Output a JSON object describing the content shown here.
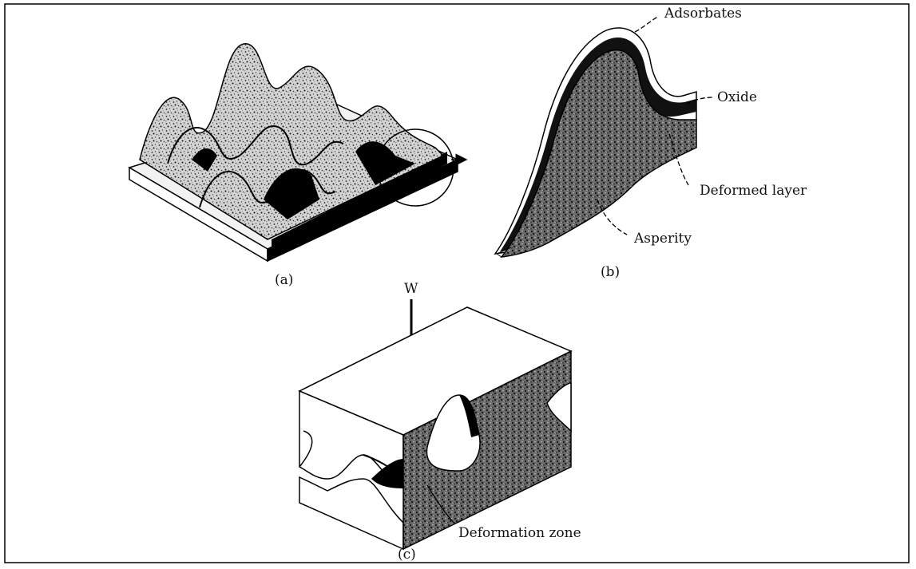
{
  "figure": {
    "panels": {
      "a": {
        "caption": "(a)"
      },
      "b": {
        "caption": "(b)",
        "labels": {
          "adsorbates": "Adsorbates",
          "oxide": "Oxide",
          "deformed_layer": "Deformed layer",
          "asperity": "Asperity"
        }
      },
      "c": {
        "caption": "(c)",
        "load_label": "W",
        "labels": {
          "deformation_zone": "Deformation zone"
        }
      }
    }
  }
}
